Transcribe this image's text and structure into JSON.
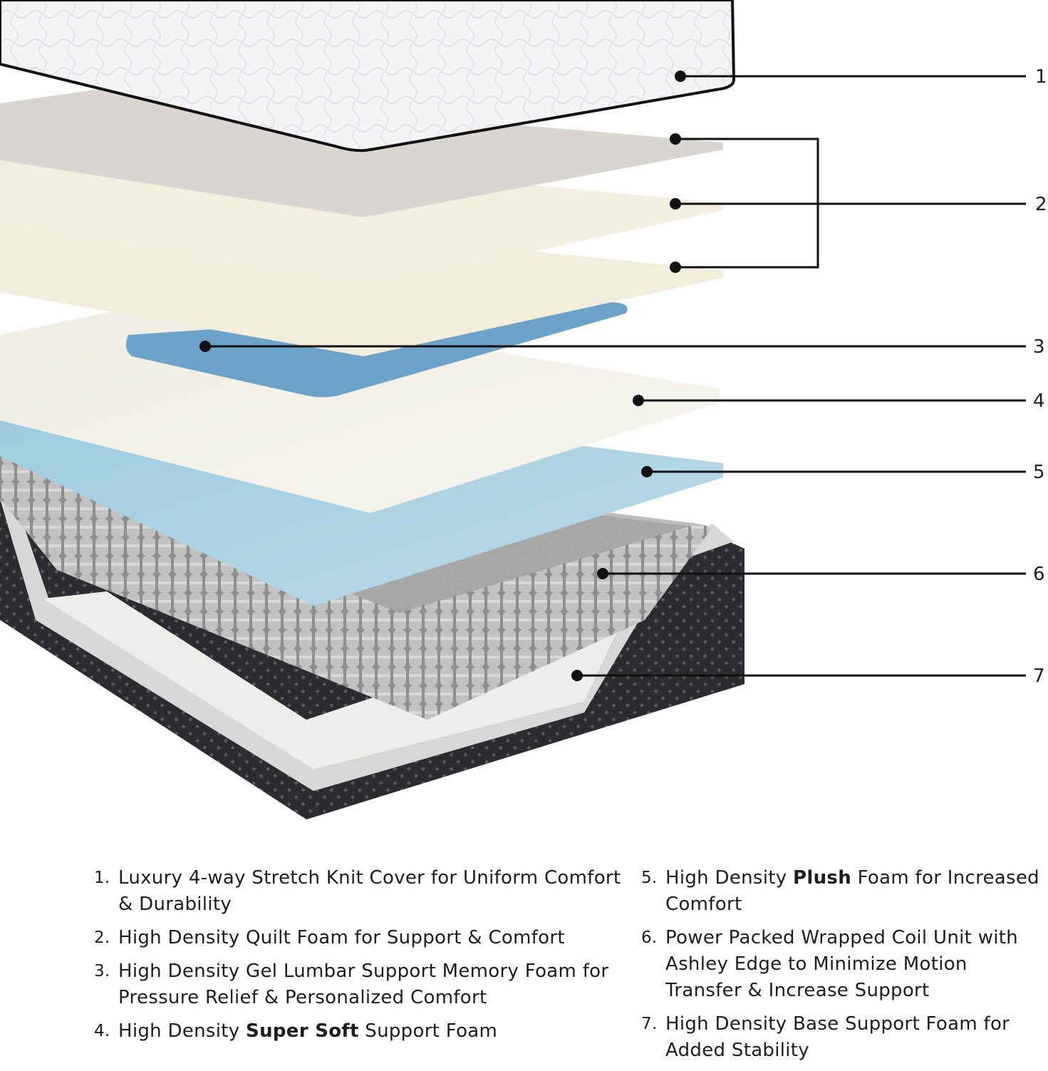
{
  "callouts": [
    "1",
    "2",
    "3",
    "4",
    "5",
    "6",
    "7"
  ],
  "legend": {
    "left": [
      {
        "num": "1.",
        "pre": "Luxury 4-way Stretch Knit Cover for Uniform Comfort & Durability",
        "bold": "",
        "post": ""
      },
      {
        "num": "2.",
        "pre": "High Density Quilt Foam for Support & Comfort",
        "bold": "",
        "post": ""
      },
      {
        "num": "3.",
        "pre": "High Density Gel Lumbar Support Memory Foam for Pressure Relief & Personalized Comfort",
        "bold": "",
        "post": ""
      },
      {
        "num": "4.",
        "pre": "High Density ",
        "bold": "Super Soft",
        "post": " Support Foam"
      }
    ],
    "right": [
      {
        "num": "5.",
        "pre": "High Density ",
        "bold": "Plush",
        "post": " Foam for Increased Comfort"
      },
      {
        "num": "6.",
        "pre": "Power Packed Wrapped Coil Unit with Ashley Edge to Minimize Motion Transfer & Increase Support",
        "bold": "",
        "post": ""
      },
      {
        "num": "7.",
        "pre": "High Density Base Support Foam for Added Stability",
        "bold": "",
        "post": ""
      }
    ]
  },
  "colors": {
    "cover": "#f3f3f5",
    "cover_trim": "#111111",
    "quilt_gray": "#d9d6d2",
    "quilt_cream": "#f1eedc",
    "gel_blue": "#6ea3c9",
    "super_soft": "#f2f0e6",
    "plush_blue": "#a9d0e0",
    "coil": "#a7a7a7",
    "base_foam": "#ededeb",
    "border_dark": "#2f2f33",
    "line": "#111111"
  }
}
